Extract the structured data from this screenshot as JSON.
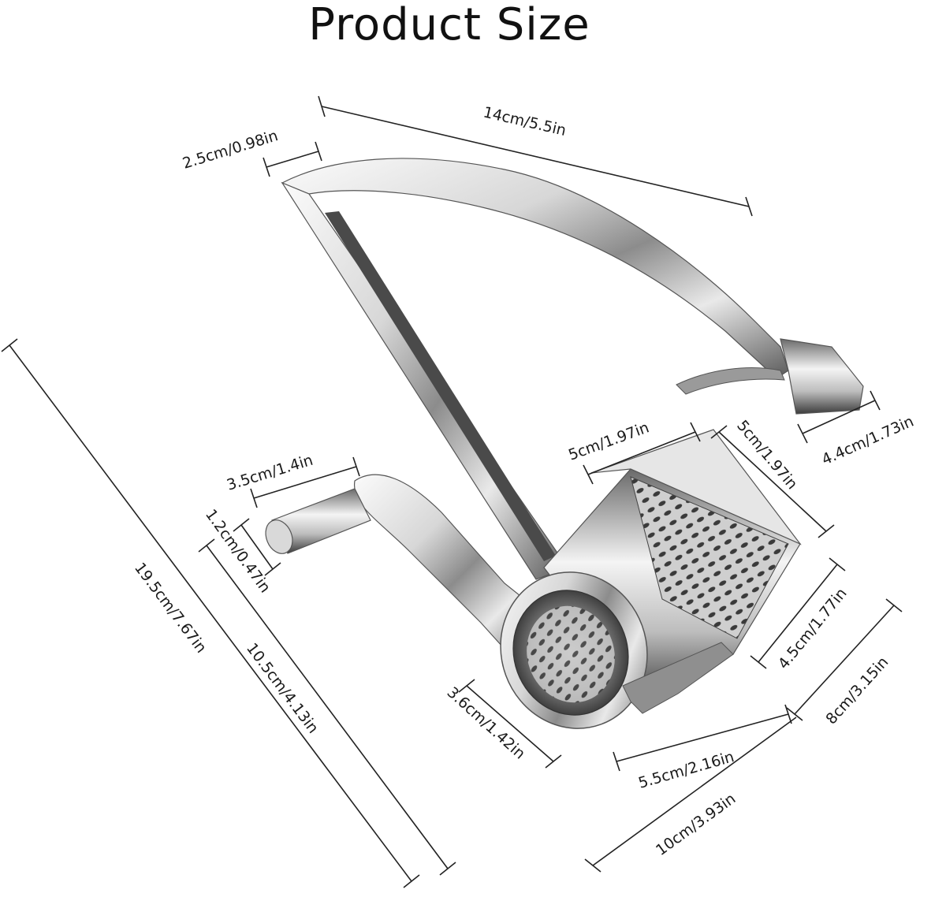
{
  "title": "Product Size",
  "dimensions": {
    "total_height": "19.5cm/7.67in",
    "handle_length": "14cm/5.5in",
    "handle_top_width": "2.5cm/0.98in",
    "handle_end_width": "4.4cm/1.73in",
    "knob_length": "3.5cm/1.4in",
    "knob_diameter": "1.2cm/0.47in",
    "crank_height": "10.5cm/4.13in",
    "box_top_width": "5cm/1.97in",
    "box_top_depth": "5cm/1.97in",
    "box_height": "4.5cm/1.77in",
    "drum_diameter": "3.6cm/1.42in",
    "drum_length": "5.5cm/2.16in",
    "base_depth": "8cm/3.15in",
    "base_length": "10cm/3.93in"
  },
  "colors": {
    "metal_light": "#f2f2f2",
    "metal_mid": "#b9b9b9",
    "metal_dark": "#4a4a4a",
    "line": "#222222"
  }
}
